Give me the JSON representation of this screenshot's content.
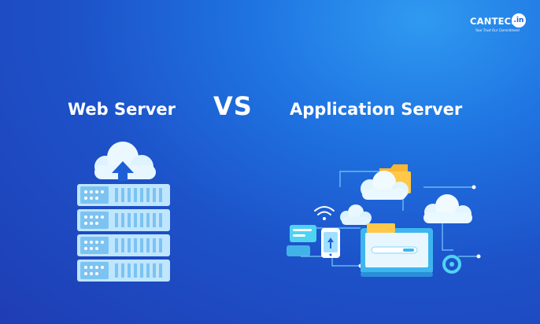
{
  "brand": {
    "name": "CANTECH",
    "badge": ".in",
    "tagline": "Your Trust Our Commitment"
  },
  "headings": {
    "left": "Web Server",
    "center": "VS",
    "right": "Application Server"
  },
  "icons": [
    "cloud-upload-icon",
    "server-rack-icon",
    "wifi-icon",
    "phone-icon",
    "folder-icon",
    "monitor-icon",
    "cloud-icon"
  ],
  "colors": {
    "background": "#1f5fd6",
    "accent": "#4fd3f2",
    "folder": "#f7b733",
    "white": "#ffffff"
  }
}
